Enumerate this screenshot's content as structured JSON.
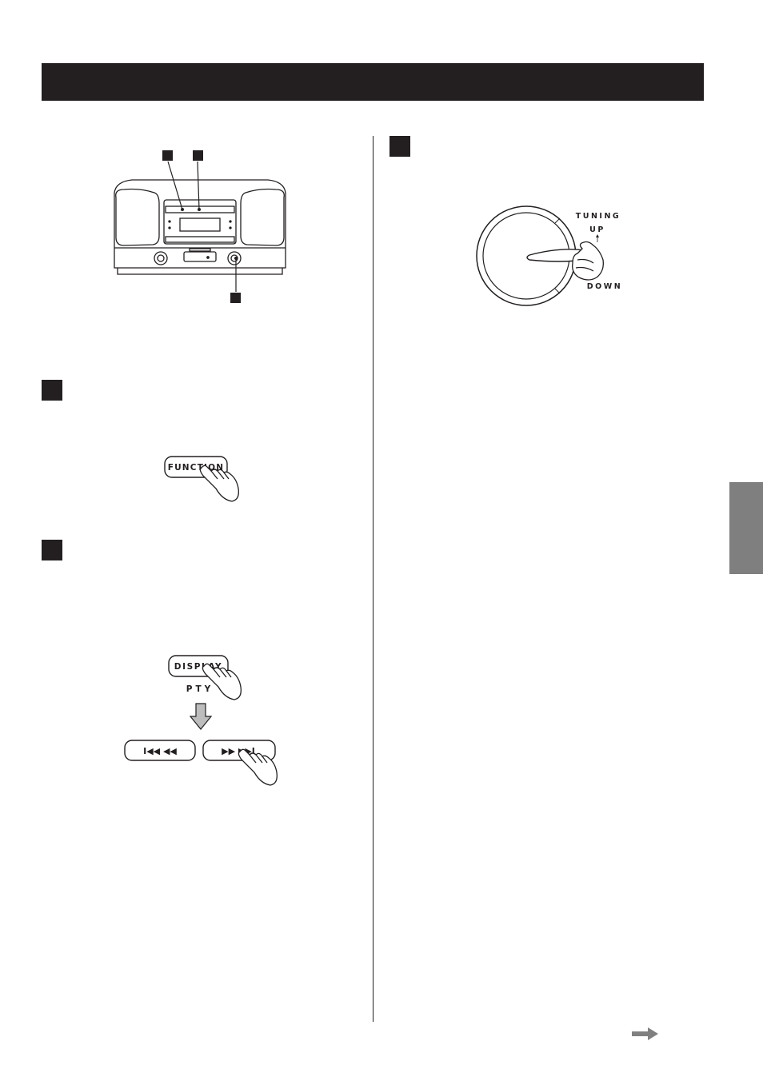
{
  "buttons": {
    "function_label": "FUNCTION",
    "display_label": "DISPLAY",
    "pty_label": "PTY",
    "prev_label": "I◀◀ ◀◀",
    "next_label": "▶▶ ▶▶I"
  },
  "knob": {
    "tuning_label": "TUNING",
    "up_label": "UP",
    "down_label": "DOWN"
  },
  "colors": {
    "ink": "#231f20",
    "tab_gray": "#7f7f7f",
    "arrow_gray": "#808080"
  },
  "icons": [
    "hand-press-icon",
    "hand-turn-icon",
    "down-arrow-icon",
    "next-page-arrow-icon"
  ]
}
